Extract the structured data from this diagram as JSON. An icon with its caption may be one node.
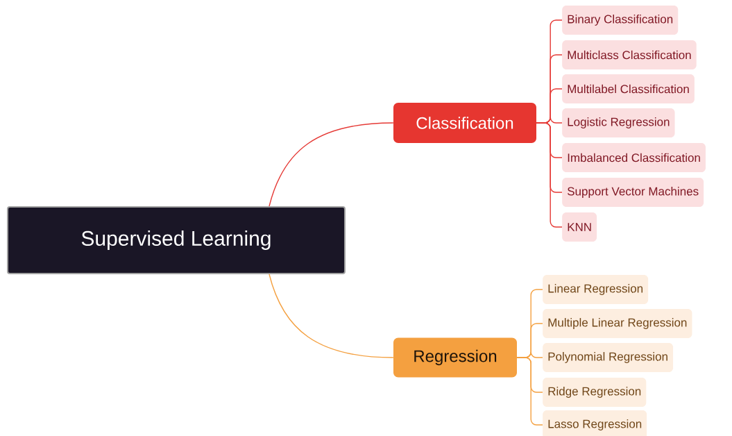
{
  "diagram": {
    "nodes": [
      {
        "text": [
          "Supervised Learning"
        ]
      },
      {
        "text": [
          "Classification"
        ]
      },
      {
        "text": [
          "Binary Classification"
        ]
      },
      {
        "text": [
          "Multiclass Classification"
        ]
      },
      {
        "text": [
          "Multilabel Classification"
        ]
      },
      {
        "text": [
          "Logistic Regression"
        ]
      },
      {
        "text": [
          "Imbalanced Classification"
        ]
      },
      {
        "text": [
          "Support Vector Machines"
        ]
      },
      {
        "text": [
          "KNN"
        ]
      },
      {
        "text": [
          "Regression"
        ]
      },
      {
        "text": [
          "Linear Regression"
        ]
      },
      {
        "text": [
          "Multiple Linear Regression"
        ]
      },
      {
        "text": [
          "Polynomial Regression"
        ]
      },
      {
        "text": [
          "Ridge Regression"
        ]
      },
      {
        "text": [
          "Lasso Regression"
        ]
      }
    ],
    "edges": [
      {
        "from": 0,
        "to": 1,
        "arrow": "none"
      },
      {
        "from": 0,
        "to": 9,
        "arrow": "none",
        "color": "#f4a040"
      },
      {
        "from": 1,
        "to": 2,
        "arrow": "none"
      },
      {
        "from": 1,
        "to": 3,
        "arrow": "none"
      },
      {
        "from": 1,
        "to": 4,
        "arrow": "none"
      },
      {
        "from": 1,
        "to": 5,
        "arrow": "none"
      },
      {
        "from": 1,
        "to": 6,
        "arrow": "none"
      },
      {
        "from": 1,
        "to": 7,
        "arrow": "none"
      },
      {
        "from": 1,
        "to": 8,
        "arrow": "none"
      },
      {
        "from": 9,
        "to": 10,
        "arrow": "none",
        "color": "#f4a040"
      },
      {
        "from": 9,
        "to": 11,
        "arrow": "none",
        "color": "#f4a040"
      },
      {
        "from": 9,
        "to": 12,
        "arrow": "none",
        "color": "#f4a040"
      },
      {
        "from": 9,
        "to": 13,
        "arrow": "none",
        "color": "#f4a040"
      },
      {
        "from": 9,
        "to": 14,
        "arrow": "none",
        "color": "#f4a040"
      }
    ]
  }
}
